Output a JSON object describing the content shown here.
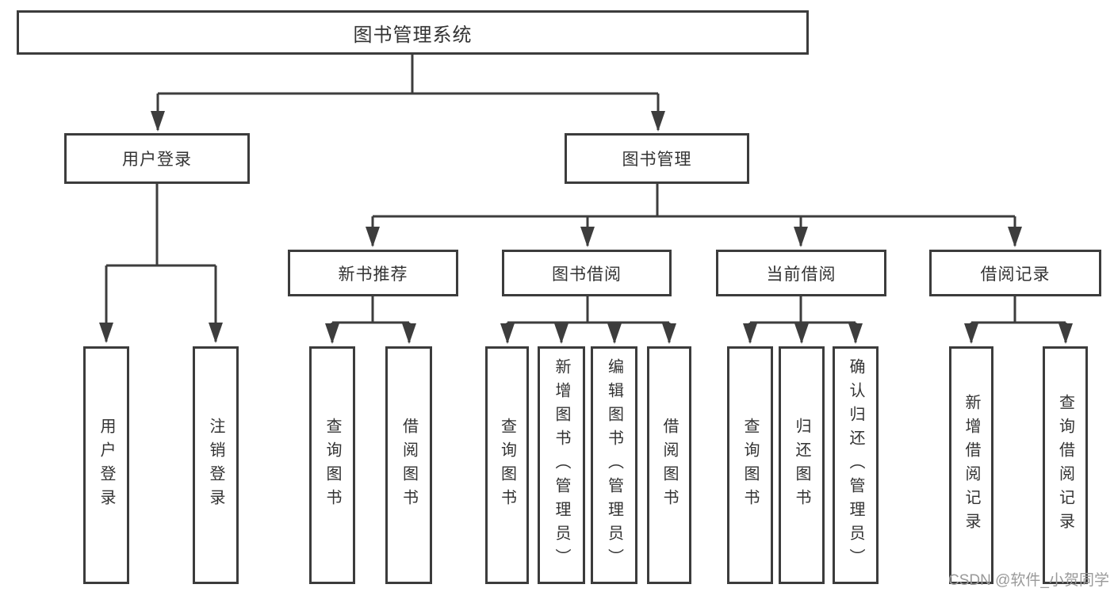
{
  "tree": {
    "root": {
      "label": "图书管理系统"
    },
    "level2": [
      {
        "label": "用户登录"
      },
      {
        "label": "图书管理"
      }
    ],
    "level3": [
      {
        "label": "新书推荐"
      },
      {
        "label": "图书借阅"
      },
      {
        "label": "当前借阅"
      },
      {
        "label": "借阅记录"
      }
    ],
    "leaves": [
      {
        "label": "用户登录"
      },
      {
        "label": "注销登录"
      },
      {
        "label": "查询图书"
      },
      {
        "label": "借阅图书"
      },
      {
        "label": "查询图书"
      },
      {
        "label": "新增图书（管理员）"
      },
      {
        "label": "编辑图书（管理员）"
      },
      {
        "label": "借阅图书"
      },
      {
        "label": "查询图书"
      },
      {
        "label": "归还图书"
      },
      {
        "label": "确认归还（管理员）"
      },
      {
        "label": "新增借阅记录"
      },
      {
        "label": "查询借阅记录"
      }
    ]
  },
  "watermark": {
    "text": "CSDN @软件_小贺同学"
  },
  "colors": {
    "line": "#3d3d3d",
    "box_border": "#3c3c3c",
    "text": "#333333",
    "watermark": "#9a9a9a",
    "background": "#ffffff"
  }
}
